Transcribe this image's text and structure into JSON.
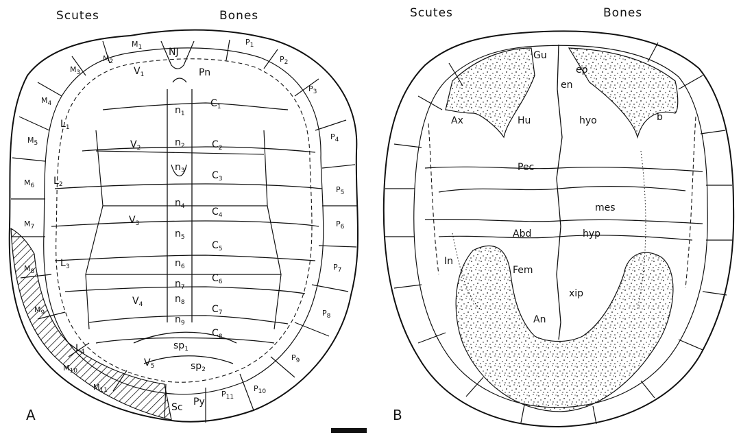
{
  "headers": {
    "a_scutes": "Scutes",
    "a_bones": "Bones",
    "b_scutes": "Scutes",
    "b_bones": "Bones"
  },
  "panels": {
    "a": "A",
    "b": "B"
  },
  "carapace": {
    "nuchal": "NJ",
    "neurals": [
      {
        "b": "n",
        "s": "1"
      },
      {
        "b": "n",
        "s": "2"
      },
      {
        "b": "n",
        "s": "3"
      },
      {
        "b": "n",
        "s": "4"
      },
      {
        "b": "n",
        "s": "5"
      },
      {
        "b": "n",
        "s": "6"
      },
      {
        "b": "n",
        "s": "7"
      },
      {
        "b": "n",
        "s": "8"
      },
      {
        "b": "n",
        "s": "9"
      }
    ],
    "suprapygals": [
      {
        "b": "sp",
        "s": "1"
      },
      {
        "b": "sp",
        "s": "2"
      }
    ],
    "vertebrals": [
      {
        "b": "V",
        "s": "1"
      },
      {
        "b": "V",
        "s": "2"
      },
      {
        "b": "V",
        "s": "3"
      },
      {
        "b": "V",
        "s": "4"
      },
      {
        "b": "V",
        "s": "5"
      }
    ],
    "pleurals": [
      {
        "b": "L",
        "s": "1"
      },
      {
        "b": "L",
        "s": "2"
      },
      {
        "b": "L",
        "s": "3"
      },
      {
        "b": "L",
        "s": "4"
      }
    ],
    "costals": [
      {
        "b": "C",
        "s": "1"
      },
      {
        "b": "C",
        "s": "2"
      },
      {
        "b": "C",
        "s": "3"
      },
      {
        "b": "C",
        "s": "4"
      },
      {
        "b": "C",
        "s": "5"
      },
      {
        "b": "C",
        "s": "6"
      },
      {
        "b": "C",
        "s": "7"
      },
      {
        "b": "C",
        "s": "8"
      }
    ],
    "marginals": [
      {
        "b": "M",
        "s": "1"
      },
      {
        "b": "M",
        "s": "2"
      },
      {
        "b": "M",
        "s": "3"
      },
      {
        "b": "M",
        "s": "4"
      },
      {
        "b": "M",
        "s": "5"
      },
      {
        "b": "M",
        "s": "6"
      },
      {
        "b": "M",
        "s": "7"
      },
      {
        "b": "M",
        "s": "8"
      },
      {
        "b": "M",
        "s": "9"
      },
      {
        "b": "M",
        "s": "10"
      },
      {
        "b": "M",
        "s": "11"
      }
    ],
    "peripherals": [
      {
        "b": "P",
        "s": "1"
      },
      {
        "b": "P",
        "s": "2"
      },
      {
        "b": "P",
        "s": "3"
      },
      {
        "b": "P",
        "s": "4"
      },
      {
        "b": "P",
        "s": "5"
      },
      {
        "b": "P",
        "s": "6"
      },
      {
        "b": "P",
        "s": "7"
      },
      {
        "b": "P",
        "s": "8"
      },
      {
        "b": "P",
        "s": "9"
      },
      {
        "b": "P",
        "s": "10"
      },
      {
        "b": "P",
        "s": "11"
      }
    ],
    "proneural": "Pn",
    "pygal": "Py",
    "supracaudal": "Sc"
  },
  "plastron": {
    "gular": "Gu",
    "epiplastron": "ep",
    "entoplastron": "en",
    "axillary": "Ax",
    "humeral": "Hu",
    "hyoplastron": "hyo",
    "bridge_b": "b",
    "pectoral": "Pec",
    "mesoplastron": "mes",
    "abdominal": "Abd",
    "hypoplastron": "hyp",
    "inguinal": "In",
    "femoral": "Fem",
    "xiphiplastron": "xip",
    "anal": "An"
  }
}
